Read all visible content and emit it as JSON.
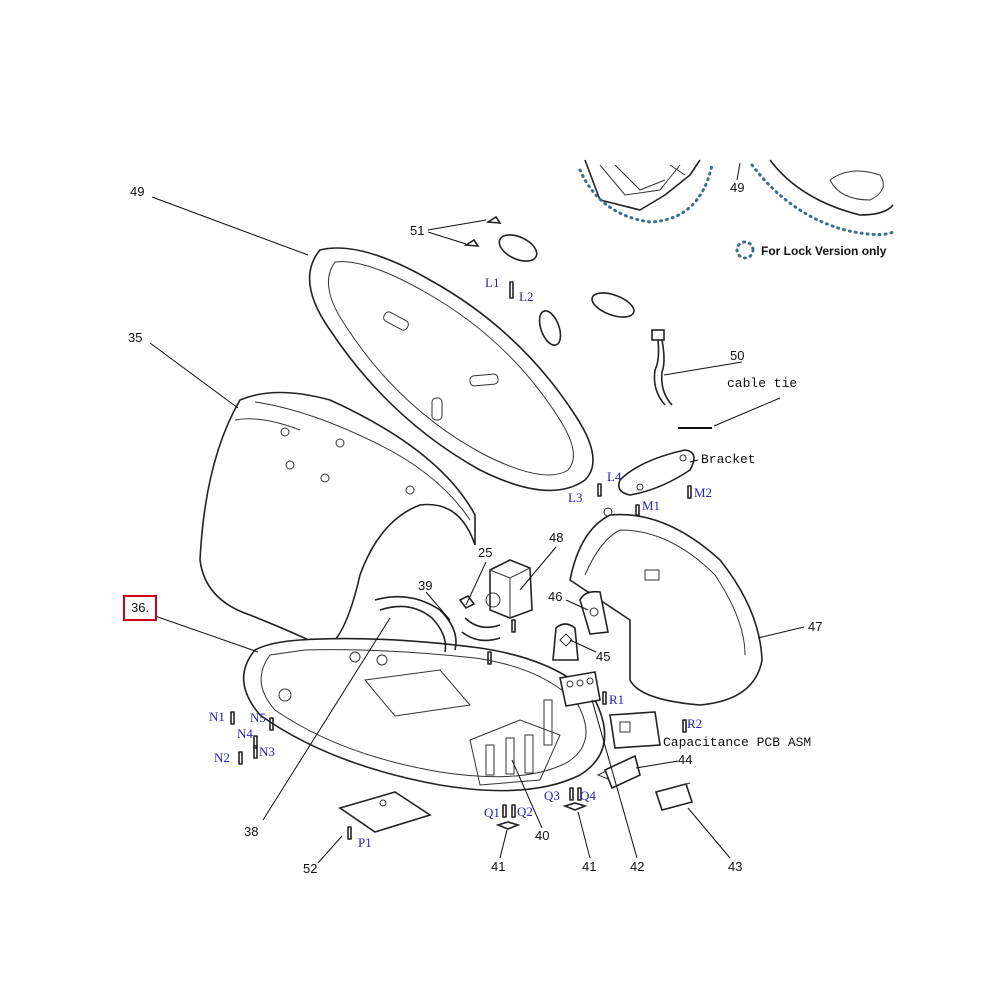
{
  "legend": {
    "text": "For Lock Version only",
    "marker_color": "#3a6e8f"
  },
  "highlight_color": "#d0021b",
  "labels": {
    "p49": "49",
    "p49b": "49",
    "p51": "51",
    "p35": "35",
    "p36": "36.",
    "p50": "50",
    "p48": "48",
    "p25": "25",
    "p39": "39",
    "p46": "46",
    "p45": "45",
    "p47": "47",
    "p44": "44",
    "p43": "43",
    "p42": "42",
    "p41a": "41",
    "p41b": "41",
    "p40": "40",
    "p38": "38",
    "p52": "52"
  },
  "codes": {
    "L1": "L1",
    "L2": "L2",
    "L3": "L3",
    "L4": "L4",
    "M1": "M1",
    "M2": "M2",
    "R1": "R1",
    "R2": "R2",
    "N1": "N1",
    "N2": "N2",
    "N3": "N3",
    "N4": "N4",
    "N5": "N5",
    "Q1": "Q1",
    "Q2": "Q2",
    "Q3": "Q3",
    "Q4": "Q4",
    "P1": "P1"
  },
  "notes": {
    "cable_tie": "cable tie",
    "bracket": "Bracket",
    "capacitance": "Capacitance PCB ASM"
  }
}
